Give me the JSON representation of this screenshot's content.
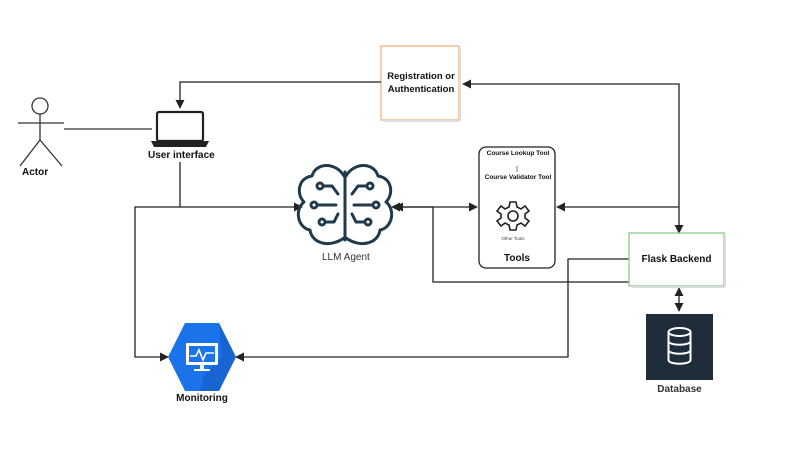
{
  "nodes": {
    "actor": {
      "label": "Actor"
    },
    "user_interface": {
      "label": "User interface"
    },
    "registration": {
      "label": "Registration or Authentication"
    },
    "llm_agent": {
      "label": "LLM Agent"
    },
    "tools": {
      "label": "Tools",
      "items": [
        "Course Lookup Tool",
        "Course Validator Tool",
        "Other Tools"
      ]
    },
    "flask_backend": {
      "label": "Flask Backend"
    },
    "database": {
      "label": "Database"
    },
    "monitoring": {
      "label": "Monitoring"
    }
  },
  "edges": [
    {
      "from": "actor",
      "to": "user_interface",
      "arrow": "none"
    },
    {
      "from": "registration",
      "to": "user_interface",
      "arrow": "forward"
    },
    {
      "from": "flask_backend",
      "to": "registration",
      "arrow": "both"
    },
    {
      "from": "user_interface",
      "to": "llm_agent",
      "arrow": "forward"
    },
    {
      "from": "llm_agent",
      "to": "tools",
      "arrow": "both"
    },
    {
      "from": "flask_backend",
      "to": "tools",
      "arrow": "forward"
    },
    {
      "from": "flask_backend",
      "to": "llm_agent",
      "arrow": "forward"
    },
    {
      "from": "flask_backend",
      "to": "database",
      "arrow": "both"
    },
    {
      "from": "flask_backend",
      "to": "monitoring",
      "arrow": "forward"
    },
    {
      "from": "user_interface",
      "to": "monitoring",
      "arrow": "forward"
    }
  ],
  "colors": {
    "line": "#222222",
    "registration_border": "#f0b080",
    "flask_border": "#88cc88",
    "brain": "#1f3a4d",
    "monitoring_fill": "#1a73e8",
    "database_fill": "#1f2d3a"
  },
  "icons": {
    "actor": "stick-figure-icon",
    "user_interface": "laptop-icon",
    "llm_agent": "brain-circuit-icon",
    "tools": "gear-icon",
    "database": "database-icon",
    "monitoring": "monitor-hexagon-icon"
  }
}
